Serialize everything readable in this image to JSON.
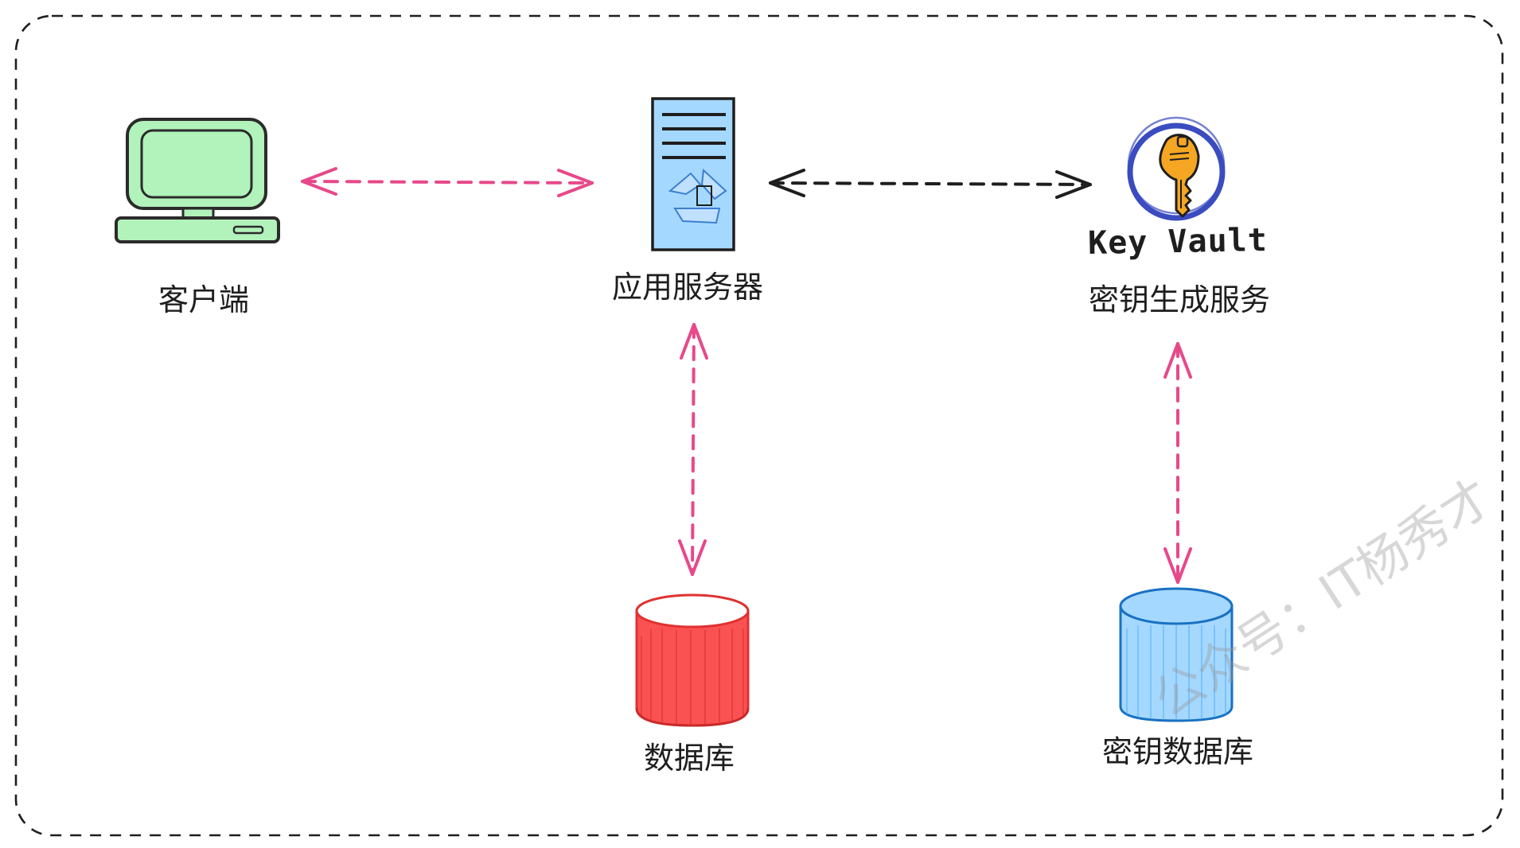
{
  "nodes": {
    "client": {
      "label": "客户端",
      "icon": "desktop-computer-icon"
    },
    "app_server": {
      "label": "应用服务器",
      "icon": "server-icon"
    },
    "key_service": {
      "label": "密钥生成服务",
      "icon": "key-vault-icon",
      "logo_text": "Key Vault"
    },
    "database": {
      "label": "数据库",
      "icon": "database-cylinder-icon"
    },
    "key_database": {
      "label": "密钥数据库",
      "icon": "database-cylinder-icon"
    }
  },
  "edges": [
    {
      "from": "client",
      "to": "app_server",
      "style": "dashed",
      "direction": "both",
      "color": "#e8488a"
    },
    {
      "from": "app_server",
      "to": "key_service",
      "style": "dashed",
      "direction": "both",
      "color": "#1e1e1e"
    },
    {
      "from": "app_server",
      "to": "database",
      "style": "dashed",
      "direction": "both",
      "color": "#e8488a"
    },
    {
      "from": "key_service",
      "to": "key_database",
      "style": "dashed",
      "direction": "both",
      "color": "#e8488a"
    }
  ],
  "watermark": "公众号：IT杨秀才",
  "colors": {
    "client_fill": "#b2f2bb",
    "client_stroke": "#2b2b2b",
    "server_fill": "#a5d8ff",
    "server_stroke": "#1e1e1e",
    "key_circle": "#3b4cc0",
    "key_fill": "#f5a623",
    "database_fill": "#fa5252",
    "key_database_fill": "#a5d8ff",
    "key_database_stroke": "#1971c2",
    "pink_arrow": "#e8488a",
    "black_arrow": "#1e1e1e",
    "frame": "#1e1e1e"
  }
}
